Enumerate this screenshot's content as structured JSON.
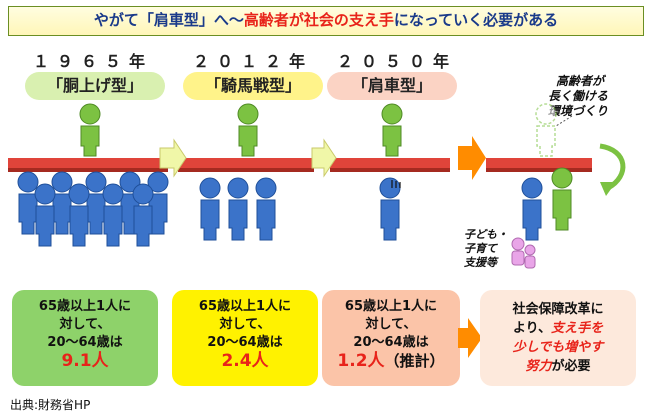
{
  "title": {
    "part1": "やがて「肩車型」へ～",
    "part2": "高齢者が社会の支え手",
    "part3": "になっていく必要がある"
  },
  "eras": [
    {
      "year": "１９６５年",
      "label": "「胴上げ型」",
      "pill_color": "#d9f0b0"
    },
    {
      "year": "２０１２年",
      "label": "「騎馬戦型」",
      "pill_color": "#fff38a"
    },
    {
      "year": "２０５０年",
      "label": "「肩車型」",
      "pill_color": "#fbd3c4"
    }
  ],
  "future_note": {
    "line1": "高齢者が",
    "line2": "長く働ける",
    "line3": "環境づくり"
  },
  "child_note": {
    "line1": "子ども・",
    "line2": "子育て",
    "line3": "支援等"
  },
  "boxes": [
    {
      "line1": "65歳以上1人に",
      "line2": "対して、",
      "line3": "20～64歳は",
      "value": "9.1人",
      "suffix": "",
      "bg": "#8ed26a"
    },
    {
      "line1": "65歳以上1人に",
      "line2": "対して、",
      "line3": "20～64歳は",
      "value": "2.4人",
      "suffix": "",
      "bg": "#fff200"
    },
    {
      "line1": "65歳以上1人に",
      "line2": "対して、",
      "line3": "20～64歳は",
      "value": "1.2人",
      "suffix": "（推計）",
      "bg": "#fbc4a8"
    }
  ],
  "reform_box": {
    "line1": "社会保障改革に",
    "line2a": "より、",
    "line2b": "支え手を",
    "line3": "少しでも増やす",
    "line4a": "努力",
    "line4b": "が必要",
    "bg": "#fde9dc"
  },
  "source": "出典:財務省HP",
  "colors": {
    "elder": "#7cc242",
    "worker": "#3b73c9",
    "plate": "#e0443a",
    "arrow_light": "#f0f7a8",
    "arrow_orange": "#ff8c00",
    "child": "#e9a5e8"
  }
}
